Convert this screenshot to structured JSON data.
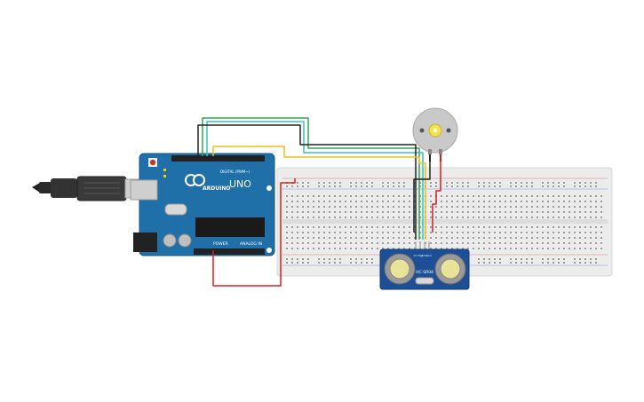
{
  "arduino": {
    "brand": "ARDUINO",
    "model": "UNO",
    "digital_label": "DIGITAL (PWM~)",
    "power_label": "POWER",
    "analog_label": "ANALOG IN",
    "board_color": "#1f6fa8"
  },
  "sensor": {
    "model": "HC-SR04",
    "pins": [
      "Vcc",
      "Trig",
      "Echo",
      "Gnd"
    ],
    "board_color": "#1d4f96"
  },
  "motor": {
    "body_color": "#c9c9c9",
    "shaft_color": "#f1e24a"
  },
  "breadboard": {
    "color": "#ececec"
  },
  "wires": {
    "colors": {
      "green": "#2fa84f",
      "teal": "#3fbfb8",
      "black": "#222222",
      "yellow": "#e6c41c",
      "red": "#d62020"
    }
  }
}
